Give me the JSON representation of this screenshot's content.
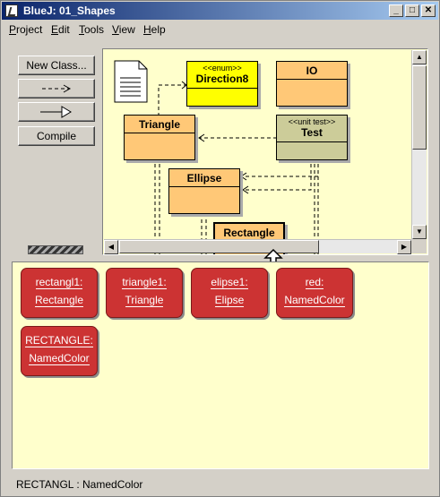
{
  "window": {
    "title": "BlueJ:  01_Shapes"
  },
  "window_controls": {
    "minimize": "_",
    "maximize": "□",
    "close": "✕"
  },
  "menu": [
    "Project",
    "Edit",
    "Tools",
    "View",
    "Help"
  ],
  "toolbar": {
    "new_class": "New Class...",
    "dependency_arrow": "--->",
    "inheritance_arrow": "—▷",
    "compile": "Compile"
  },
  "diagram": {
    "classes": [
      {
        "name": "Direction8",
        "stereotype": "<<enum>>",
        "color": "#ffff00"
      },
      {
        "name": "IO",
        "stereotype": "",
        "color": "#ffc877"
      },
      {
        "name": "Triangle",
        "stereotype": "",
        "color": "#ffc877"
      },
      {
        "name": "Test",
        "stereotype": "<<unit test>>",
        "color": "#cccc99"
      },
      {
        "name": "Ellipse",
        "stereotype": "",
        "color": "#ffc877"
      },
      {
        "name": "Rectangle",
        "stereotype": "",
        "color": "#ffc877"
      }
    ]
  },
  "object_bench": [
    {
      "instance": "rectangl1:",
      "type": "Rectangle"
    },
    {
      "instance": "triangle1:",
      "type": "Triangle"
    },
    {
      "instance": "elipse1:",
      "type": "Elipse"
    },
    {
      "instance": "red:",
      "type": "NamedColor"
    },
    {
      "instance": "RECTANGLE:",
      "type": "NamedColor"
    }
  ],
  "status": "RECTANGL : NamedColor",
  "colors": {
    "object_fill": "#cc3333",
    "canvas": "#ffffcc",
    "class_fill": "#ffc877",
    "enum_fill": "#ffff00",
    "test_fill": "#cccc99"
  }
}
